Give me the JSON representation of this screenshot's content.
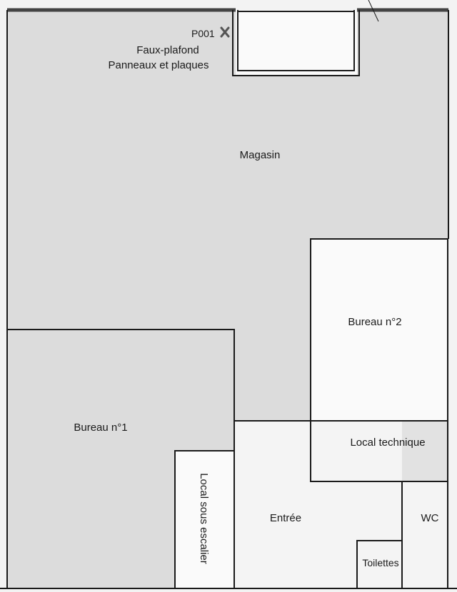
{
  "marker": {
    "id": "P001",
    "icon": "cross-marker-icon"
  },
  "rooms": {
    "magasin": {
      "title": "Magasin",
      "note_line1": "Faux-plafond",
      "note_line2": "Panneaux et plaques"
    },
    "bureau1": "Bureau n°1",
    "bureau2": "Bureau n°2",
    "local_technique": "Local technique",
    "local_sous_escalier": "Local sous escalier",
    "entree": "Entrée",
    "wc": "WC",
    "toilettes": "Toilettes"
  },
  "colors": {
    "wall": "#1a1a1a",
    "floor_shaded": "#dcdcdc",
    "floor_light": "#f7f7f7",
    "marker": "#555555"
  }
}
